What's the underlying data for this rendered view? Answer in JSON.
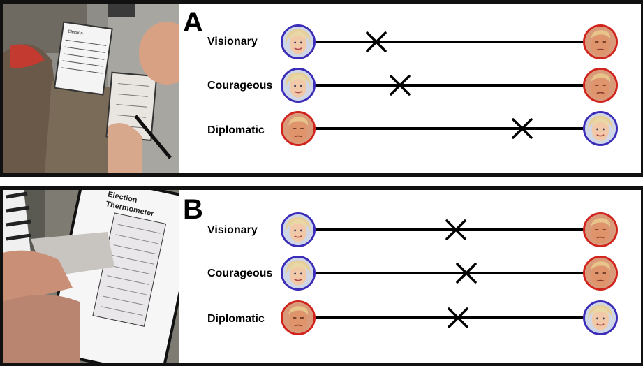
{
  "panels": [
    {
      "letter": "A",
      "rows": [
        {
          "trait": "Visionary",
          "left_face": "hillary-face",
          "right_face": "trump-face",
          "mark_fraction": 0.22
        },
        {
          "trait": "Courageous",
          "left_face": "hillary-face",
          "right_face": "trump-face",
          "mark_fraction": 0.31
        },
        {
          "trait": "Diplomatic",
          "left_face": "trump-face",
          "right_face": "hillary-face",
          "mark_fraction": 0.77
        }
      ]
    },
    {
      "letter": "B",
      "rows": [
        {
          "trait": "Visionary",
          "left_face": "hillary-face",
          "right_face": "trump-face",
          "mark_fraction": 0.52
        },
        {
          "trait": "Courageous",
          "left_face": "hillary-face",
          "right_face": "trump-face",
          "mark_fraction": 0.56
        },
        {
          "trait": "Diplomatic",
          "left_face": "trump-face",
          "right_face": "hillary-face",
          "mark_fraction": 0.53
        }
      ]
    }
  ],
  "colors": {
    "hillary_border": "#3b2db8",
    "trump_border": "#d0241c",
    "frame": "#111111"
  },
  "photo_text": {
    "clipboard_title_1": "Election",
    "clipboard_title_2": "Thermometer"
  }
}
